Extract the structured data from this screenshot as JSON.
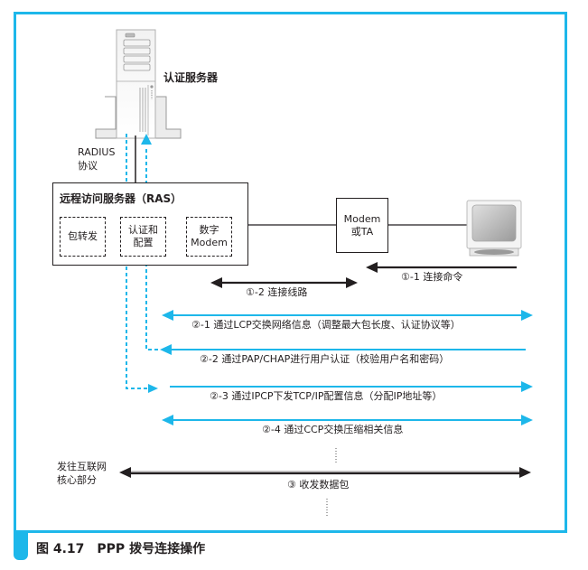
{
  "figure": {
    "caption": "图 4.17　PPP 拨号连接操作",
    "accent_color": "#1db7ea",
    "line_color": "#231f20"
  },
  "nodes": {
    "auth_server": {
      "label": "认证服务器",
      "icon": "server-tower-icon"
    },
    "radius": {
      "line1": "RADIUS",
      "line2": "协议"
    },
    "ras": {
      "title": "远程访问服务器（RAS）",
      "modules": [
        {
          "line1": "包转发",
          "line2": ""
        },
        {
          "line1": "认证和",
          "line2": "配置"
        },
        {
          "line1": "数字",
          "line2": "Modem"
        }
      ]
    },
    "modem": {
      "line1": "Modem",
      "line2": "或TA"
    },
    "client": {
      "icon": "computer-monitor-icon"
    },
    "internet": {
      "line1": "发往互联网",
      "line2": "核心部分"
    }
  },
  "steps": [
    {
      "id": "1-1",
      "label": "①-1 连接命令",
      "direction": "left"
    },
    {
      "id": "1-2",
      "label": "①-2 连接线路",
      "direction": "both"
    },
    {
      "id": "2-1",
      "label": "②-1 通过LCP交换网络信息（调整最大包长度、认证协议等）",
      "direction": "both"
    },
    {
      "id": "2-2",
      "label": "②-2 通过PAP/CHAP进行用户认证（校验用户名和密码）",
      "direction": "left"
    },
    {
      "id": "2-3",
      "label": "②-3 通过IPCP下发TCP/IP配置信息（分配IP地址等）",
      "direction": "right"
    },
    {
      "id": "2-4",
      "label": "②-4 通过CCP交换压缩相关信息",
      "direction": "both"
    },
    {
      "id": "3",
      "label": "③ 收发数据包",
      "direction": "both"
    }
  ]
}
